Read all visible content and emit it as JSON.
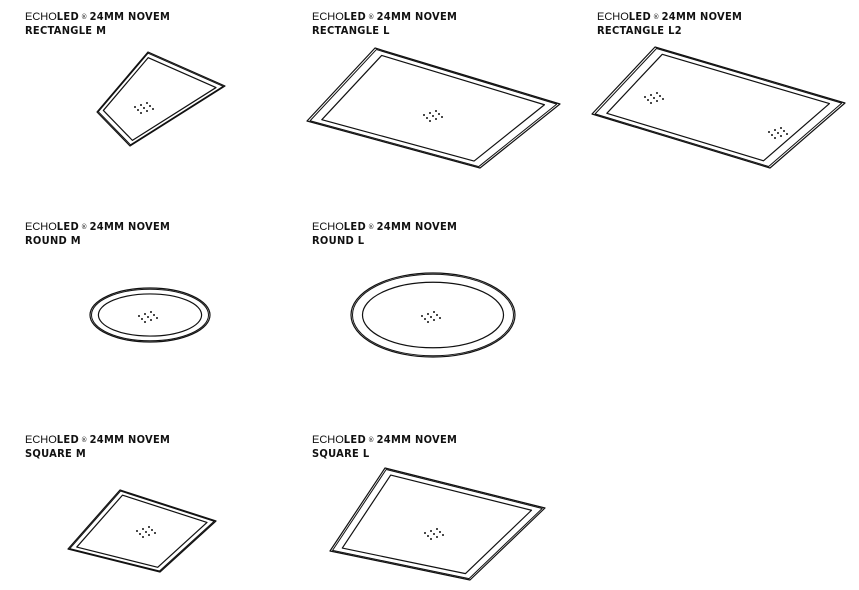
{
  "products": [
    {
      "brand_light": "ECHO",
      "brand_bold": "LED",
      "reg": "®",
      "series": "24MM  NOVEM",
      "model": "RECTANGLE  M",
      "shape": "rect-m"
    },
    {
      "brand_light": "ECHO",
      "brand_bold": "LED",
      "reg": "®",
      "series": "24MM  NOVEM",
      "model": "RECTANGLE  L",
      "shape": "rect-l"
    },
    {
      "brand_light": "ECHO",
      "brand_bold": "LED",
      "reg": "®",
      "series": "24MM  NOVEM",
      "model": "RECTANGLE  L2",
      "shape": "rect-l2"
    },
    {
      "brand_light": "ECHO",
      "brand_bold": "LED",
      "reg": "®",
      "series": "24MM  NOVEM",
      "model": "ROUND  M",
      "shape": "round-m"
    },
    {
      "brand_light": "ECHO",
      "brand_bold": "LED",
      "reg": "®",
      "series": "24MM  NOVEM",
      "model": "ROUND  L",
      "shape": "round-l"
    },
    {
      "brand_light": "ECHO",
      "brand_bold": "LED",
      "reg": "®",
      "series": "24MM  NOVEM",
      "model": "SQUARE  M",
      "shape": "square-m"
    },
    {
      "brand_light": "ECHO",
      "brand_bold": "LED",
      "reg": "®",
      "series": "24MM  NOVEM",
      "model": "SQUARE  L",
      "shape": "square-l"
    }
  ],
  "line_color": "#111111"
}
